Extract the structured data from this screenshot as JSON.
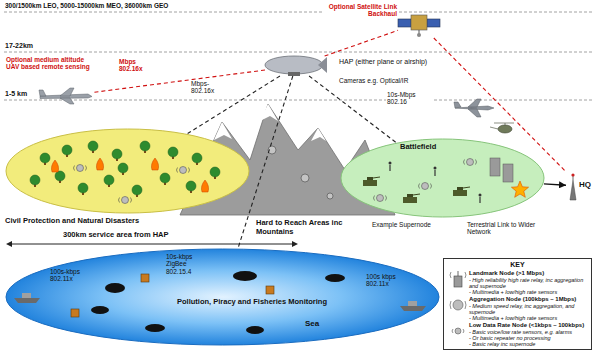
{
  "diagram": {
    "nodes": [
      {
        "text": [
          "Optional Satellite Link Backhaul"
        ]
      },
      {
        "text": [
          "HAP (either plane or airship)",
          "Cameras e.g. Optical/IR"
        ]
      },
      {
        "text": [
          "Optional medium altitude UAV based remote sensing"
        ]
      },
      {
        "text": [
          "Civil Protection and Natural Disasters"
        ]
      },
      {
        "text": [
          "Battlefield"
        ]
      },
      {
        "text": [
          "HQ"
        ]
      },
      {
        "text": [
          "Pollution, Piracy and Fisheries Monitoring",
          "Sea"
        ]
      }
    ],
    "edges": [
      {
        "from": 1,
        "to": 0,
        "arrow": "none"
      },
      {
        "from": 0,
        "to": 5,
        "arrow": "none"
      },
      {
        "from": 1,
        "to": 2,
        "label": "Mbps 802.16x",
        "arrow": "none"
      },
      {
        "from": 1,
        "to": 3,
        "label": "Mbps-802.16x",
        "arrow": "none"
      },
      {
        "from": 1,
        "to": 4,
        "label": "10s-Mbps 802.16",
        "arrow": "none"
      },
      {
        "from": 1,
        "to": 6,
        "arrow": "none"
      },
      {
        "from": 4,
        "to": 5,
        "label": "Terrestrial Link to Wider Network",
        "arrow": "to"
      }
    ],
    "labels": [
      "300/1500km LEO, 5000-15000km MEO, 36000km GEO",
      "17-22km",
      "1-5 km",
      "Hard to Reach Areas inc Mountains",
      "Example Supernode",
      "300km service area from HAP",
      "100s-kbps 802.11x",
      "10s-kbps ZigBee 802.15.4",
      "100s kbps 802.11x",
      "KEY",
      "- High reliability high rate relay, inc aggregation and supernode",
      "- Multimedia + low/high rate sensors",
      "- Medium speed relay, inc aggregation, and supernode",
      "- Multimedia + low/high rate sensors",
      "- Basic voice/low rate sensors, e.g. alarms",
      "- Or basic repeater no processing",
      "- Basic relay inc supernode"
    ],
    "legend": [
      {
        "text": "Landmark Node (>1 Mbps)"
      },
      {
        "text": "Aggregation Node (100kbps – 1Mbps)"
      },
      {
        "text": "Low Data Rate Node (<1kbps – 100kbps)"
      }
    ]
  }
}
